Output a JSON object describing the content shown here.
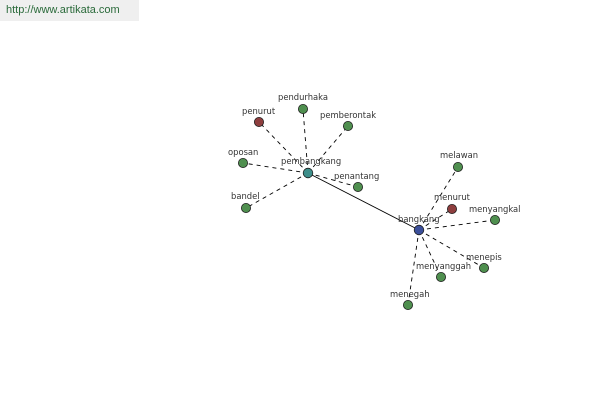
{
  "header": {
    "url": "http://www.artikata.com"
  },
  "colors": {
    "synonym": "#4f8f4f",
    "antonym": "#8e3e3e",
    "center_pembangkang": "#3e8e8a",
    "center_bangkang": "#3b4f9a"
  },
  "graph": {
    "centers": [
      {
        "id": "pembangkang",
        "label": "pembangkang",
        "color": "center_pembangkang"
      },
      {
        "id": "bangkang",
        "label": "bangkang",
        "color": "center_bangkang"
      }
    ],
    "nodes": [
      {
        "id": "penurut",
        "label": "penurut",
        "type": "antonym",
        "parent": "pembangkang"
      },
      {
        "id": "pendurhaka",
        "label": "pendurhaka",
        "type": "synonym",
        "parent": "pembangkang"
      },
      {
        "id": "pemberontak",
        "label": "pemberontak",
        "type": "synonym",
        "parent": "pembangkang"
      },
      {
        "id": "oposan",
        "label": "oposan",
        "type": "synonym",
        "parent": "pembangkang"
      },
      {
        "id": "penantang",
        "label": "penantang",
        "type": "synonym",
        "parent": "pembangkang"
      },
      {
        "id": "bandel",
        "label": "bandel",
        "type": "synonym",
        "parent": "pembangkang"
      },
      {
        "id": "melawan",
        "label": "melawan",
        "type": "synonym",
        "parent": "bangkang"
      },
      {
        "id": "menurut",
        "label": "menurut",
        "type": "antonym",
        "parent": "bangkang"
      },
      {
        "id": "menyangkal",
        "label": "menyangkal",
        "type": "synonym",
        "parent": "bangkang"
      },
      {
        "id": "menepis",
        "label": "menepis",
        "type": "synonym",
        "parent": "bangkang"
      },
      {
        "id": "menyanggah",
        "label": "menyanggah",
        "type": "synonym",
        "parent": "bangkang"
      },
      {
        "id": "menegah",
        "label": "menegah",
        "type": "synonym",
        "parent": "bangkang"
      }
    ],
    "links": [
      {
        "from": "pembangkang",
        "to": "bangkang"
      }
    ]
  }
}
